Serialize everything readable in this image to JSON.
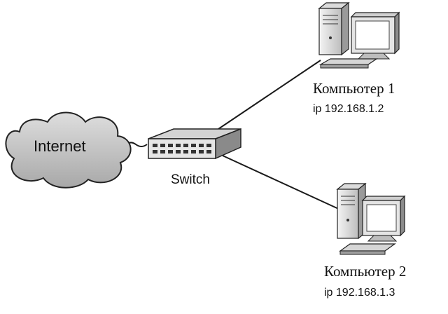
{
  "internet": {
    "label": "Internet",
    "icon": "cloud-icon"
  },
  "switch": {
    "label": "Switch",
    "icon": "switch-icon"
  },
  "computers": [
    {
      "name": "Компьютер 1",
      "ip": "ip 192.168.1.2",
      "icon": "computer-icon"
    },
    {
      "name": "Компьютер 2",
      "ip": "ip 192.168.1.3",
      "icon": "computer-icon"
    }
  ],
  "colors": {
    "line": "#1a1a1a",
    "background": "#ffffff"
  }
}
